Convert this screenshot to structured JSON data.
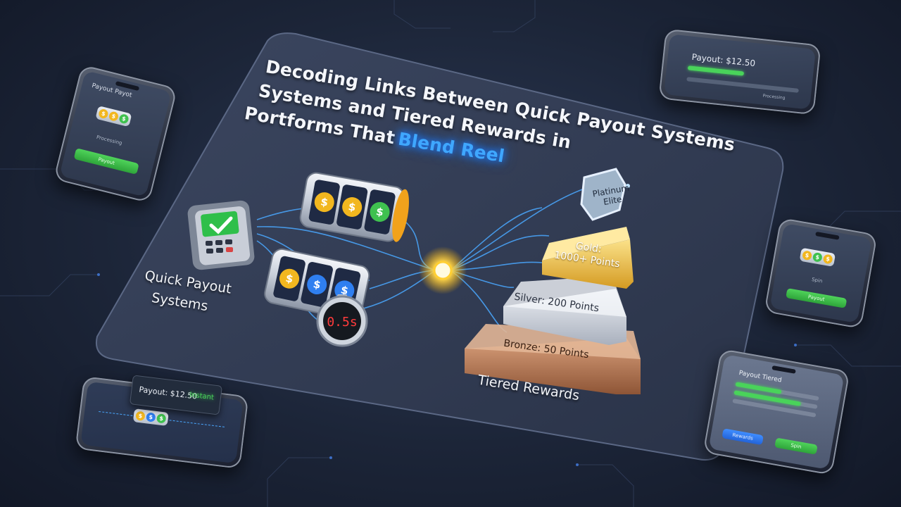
{
  "title": {
    "line1": "Decoding Links Between Quick Payout Systems",
    "line2": "Systems and Tiered Rewards in",
    "line3": "Portforms That",
    "highlight": "Blend Reel"
  },
  "left_label": {
    "line1": "Quick Payout",
    "line2": "Systems"
  },
  "right_label": "Tiered Rewards",
  "timer": "0.5s",
  "tiers": {
    "platinum": {
      "line1": "Platinum",
      "line2": "Elite"
    },
    "gold": {
      "line1": "Gold:",
      "line2": "1000+ Points"
    },
    "silver": "Silver: 200 Points",
    "bronze": "Bronze: 50 Points"
  },
  "phones": {
    "top_left": {
      "header": "Payout Payot",
      "status": "Processing",
      "button": "Payout"
    },
    "top_right": {
      "payout": "Payout: $12.50",
      "caption": "Processing"
    },
    "mid_right": {
      "caption": "Spin",
      "button": "Payout"
    },
    "bottom_left": {
      "payout": "Payout: $12.50",
      "instant": "Instant"
    },
    "bottom_right": {
      "header": "Payout Tiered",
      "button_left": "Rewards",
      "button_right": "Spin"
    }
  },
  "colors": {
    "accent_blue": "#3fa7ff",
    "success_green": "#49d35a",
    "gold": "#f2c14a",
    "silver": "#c9ced8",
    "bronze": "#b97a55",
    "background": "#1c2538"
  },
  "icons": [
    "payment-terminal-icon",
    "checkmark-icon",
    "slot-reel-icon",
    "dollar-coin-icon",
    "stopwatch-icon",
    "platinum-badge-icon",
    "glow-hub-icon"
  ]
}
